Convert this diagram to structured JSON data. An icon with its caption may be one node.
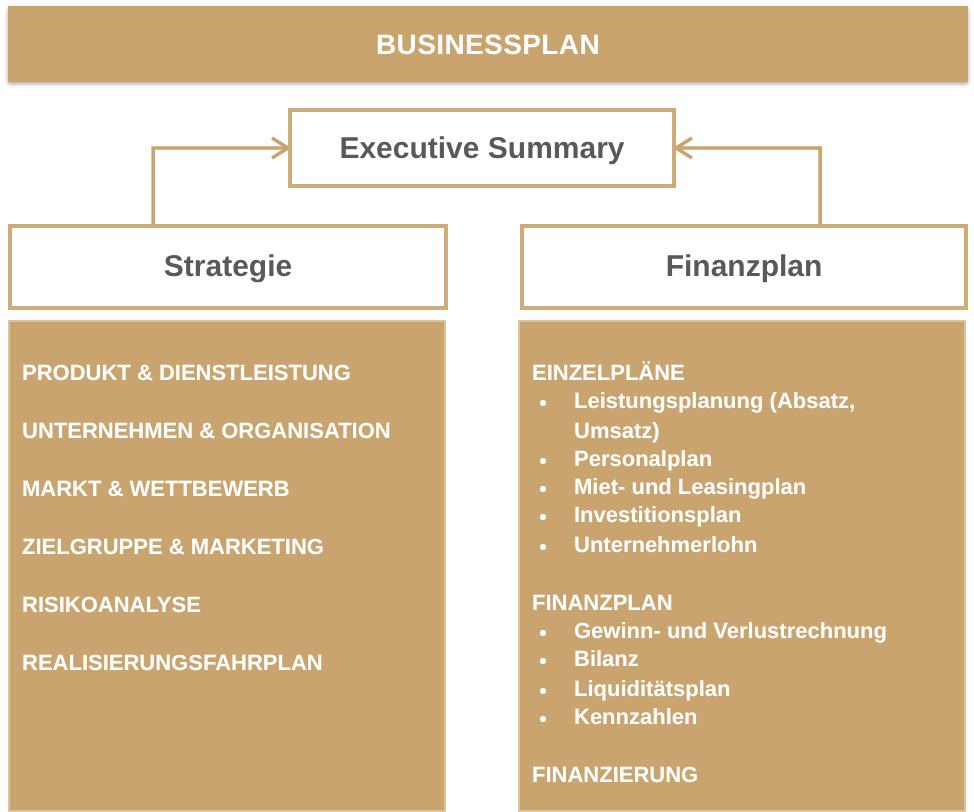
{
  "diagram": {
    "nodes": [
      {
        "text": [
          "BUSINESSPLAN"
        ]
      },
      {
        "text": [
          "Executive Summary"
        ]
      },
      {
        "text": [
          "Strategie"
        ]
      },
      {
        "text": [
          "Finanzplan"
        ]
      },
      {
        "text": [
          "PRODUKT & DIENSTLEISTUNG",
          "UNTERNEHMEN & ORGANISATION",
          "MARKT & WETTBEWERB",
          "ZIELGRUPPE & MARKETING",
          "RISIKOANALYSE",
          "REALISIERUNGSFAHRPLAN"
        ]
      },
      {
        "text": [
          "EINZELPLÄNE",
          "Leistungsplanung (Absatz, Umsatz)",
          "Personalplan",
          "Miet- und Leasingplan",
          "Investitionsplan",
          "Unternehmerlohn",
          "FINANZPLAN",
          "Gewinn- und Verlustrechnung",
          "Bilanz",
          "Liquiditätsplan",
          "Kennzahlen",
          "FINANZIERUNG"
        ]
      }
    ],
    "edges": [
      {
        "from": 2,
        "to": 1,
        "arrow": "to"
      },
      {
        "from": 3,
        "to": 1,
        "arrow": "to"
      }
    ]
  }
}
